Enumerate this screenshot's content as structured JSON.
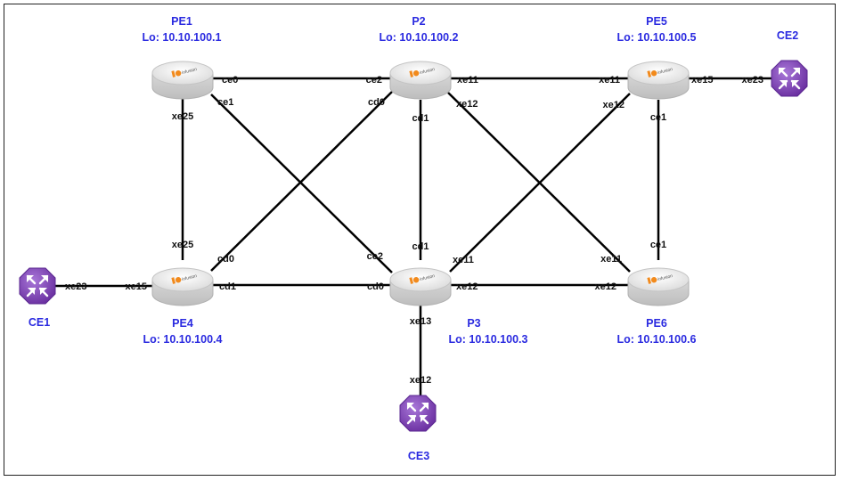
{
  "diagram": {
    "nodes": {
      "PE1": {
        "name": "PE1",
        "loopback": "Lo: 10.10.100.1",
        "kind": "router"
      },
      "P2": {
        "name": "P2",
        "loopback": "Lo: 10.10.100.2",
        "kind": "router"
      },
      "PE5": {
        "name": "PE5",
        "loopback": "Lo: 10.10.100.5",
        "kind": "router"
      },
      "PE4": {
        "name": "PE4",
        "loopback": "Lo: 10.10.100.4",
        "kind": "router"
      },
      "P3": {
        "name": "P3",
        "loopback": "Lo: 10.10.100.3",
        "kind": "router"
      },
      "PE6": {
        "name": "PE6",
        "loopback": "Lo: 10.10.100.6",
        "kind": "router"
      },
      "CE1": {
        "name": "CE1",
        "kind": "customer-edge"
      },
      "CE2": {
        "name": "CE2",
        "kind": "customer-edge"
      },
      "CE3": {
        "name": "CE3",
        "kind": "customer-edge"
      }
    },
    "router_brand": "ipinfusion",
    "links": [
      {
        "id": "pe1-p2",
        "a_port": "ce0",
        "b_port": "ce2"
      },
      {
        "id": "pe1-pe4",
        "a_port": "xe25",
        "b_port": "xe25"
      },
      {
        "id": "pe1-p3",
        "a_port": "ce1",
        "b_port": "ce2"
      },
      {
        "id": "p2-pe5",
        "a_port": "xe11",
        "b_port": "xe11"
      },
      {
        "id": "p2-pe4",
        "a_port": "cd0",
        "b_port": "cd0"
      },
      {
        "id": "p2-p3",
        "a_port": "cd1",
        "b_port": "cd1"
      },
      {
        "id": "p2-pe6",
        "a_port": "xe12",
        "b_port": "xe11"
      },
      {
        "id": "pe5-ce2",
        "a_port": "xe15",
        "b_port": "xe23"
      },
      {
        "id": "pe5-pe6",
        "a_port": "ce1",
        "b_port": "ce1"
      },
      {
        "id": "pe5-p3",
        "a_port": "xe12",
        "b_port": "xe11"
      },
      {
        "id": "ce1-pe4",
        "a_port": "xe23",
        "b_port": "xe15"
      },
      {
        "id": "pe4-p3",
        "a_port": "cd1",
        "b_port": "cd0"
      },
      {
        "id": "p3-pe6",
        "a_port": "xe12",
        "b_port": "xe12"
      },
      {
        "id": "p3-ce3",
        "a_port": "xe13",
        "b_port": "xe12"
      }
    ],
    "colors": {
      "label_blue": "#2a2ae0",
      "router_body": "#e8e8e8",
      "router_top": "#f7f7f7",
      "brand_orange": "#f28a1c",
      "ce_purple": "#7b3fb0",
      "ce_purple_light": "#9d63d0"
    }
  }
}
